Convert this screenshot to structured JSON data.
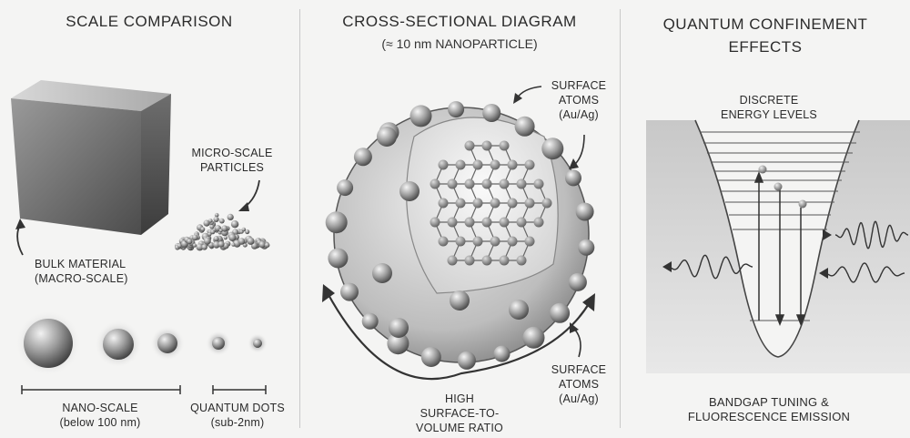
{
  "scale": {
    "title": "SCALE COMPARISON",
    "micro_line1": "MICRO-SCALE",
    "micro_line2": "PARTICLES",
    "bulk_line1": "BULK MATERIAL",
    "bulk_line2": "(MACRO-SCALE)",
    "nano_line1": "NANO-SCALE",
    "nano_line2": "(below 100 nm)",
    "qd_line1": "QUANTUM DOTS",
    "qd_line2": "(sub-2nm)"
  },
  "cross": {
    "title": "CROSS-SECTIONAL DIAGRAM",
    "subtitle": "(≈ 10 nm NANOPARTICLE)",
    "surface_top_line1": "SURFACE",
    "surface_top_line2": "ATOMS",
    "surface_top_line3": "(Au/Ag)",
    "surface_bottom_line1": "SURFACE",
    "surface_bottom_line2": "ATOMS",
    "surface_bottom_line3": "(Au/Ag)",
    "ratio_line1": "HIGH",
    "ratio_line2": "SURFACE-TO-",
    "ratio_line3": "VOLUME RATIO"
  },
  "quantum": {
    "title_line1": "QUANTUM CONFINEMENT",
    "title_line2": "EFFECTS",
    "levels_line1": "DISCRETE",
    "levels_line2": "ENERGY LEVELS",
    "bottom_line1": "BANDGAP TUNING &",
    "bottom_line2": "FLUORESCENCE EMISSION"
  }
}
